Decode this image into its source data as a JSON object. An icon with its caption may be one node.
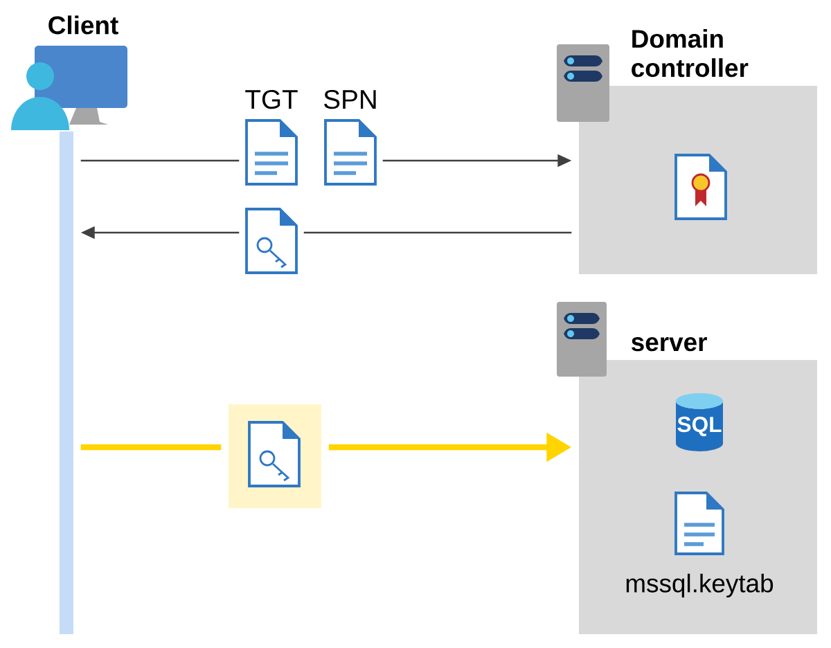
{
  "diagram": {
    "nodes": [
      {
        "text": [
          "Client"
        ]
      },
      {
        "text": [],
        "shape": "bar"
      },
      {
        "text": [
          "Domain controller"
        ]
      },
      {
        "text": [],
        "shape": "picture",
        "in": 2
      },
      {
        "text": [
          "TGT"
        ]
      },
      {
        "text": [
          "SPN"
        ]
      },
      {
        "text": [],
        "shape": "picture"
      },
      {
        "text": [
          "server"
        ]
      },
      {
        "text": [
          "SQL"
        ],
        "in": 7
      },
      {
        "text": [
          "mssql.keytab"
        ],
        "in": 7
      },
      {
        "text": [],
        "shape": "box"
      },
      {
        "text": [],
        "shape": "picture",
        "in": 10
      }
    ],
    "edges": [
      {
        "from": 1,
        "to": 4,
        "arrow": "none"
      },
      {
        "from": 5,
        "to": 2,
        "arrow": "to"
      },
      {
        "from": 2,
        "to": 6,
        "arrow": "none"
      },
      {
        "from": 6,
        "to": 1,
        "arrow": "to"
      },
      {
        "from": 1,
        "to": 10,
        "arrow": "none",
        "style": "thick",
        "color": "#ffd400"
      },
      {
        "from": 10,
        "to": 7,
        "arrow": "to",
        "style": "thick",
        "color": "#ffd400"
      }
    ]
  }
}
